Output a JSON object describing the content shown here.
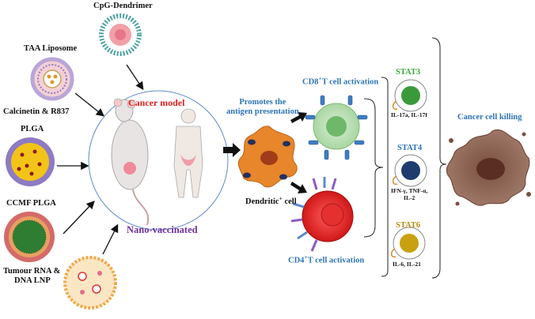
{
  "nanoparticles": {
    "cpg_dendrimer": "CpG-Dendrimer",
    "taa_liposome": "TAA Liposome",
    "calcinetin": "Calcinetin & R837",
    "plga": "PLGA",
    "ccmf_plga": "CCMF PLGA",
    "tumour_rna_line1": "Tumour RNA &",
    "tumour_rna_line2": "DNA LNP"
  },
  "model": {
    "cancer_model": "Cancer model",
    "nano_vaccinated": "Nano-vaccinated"
  },
  "dc": {
    "promotes_line1": "Promotes the",
    "promotes_line2": "antigen presentation",
    "dendritic": "Dendritic cell",
    "dendritic_sup": "+"
  },
  "tcells": {
    "cd8": "CD8",
    "cd8_rest": "T cell activation",
    "cd4": "CD4",
    "cd4_rest": "T cell activation",
    "sup": "+"
  },
  "stats": [
    {
      "name": "STAT3",
      "cytokines_line1": "IL-17a, IL-17f",
      "cytokines_line2": "",
      "color": "#3aa63a"
    },
    {
      "name": "STAT4",
      "cytokines_line1": "IFN-γ, TNF-α,",
      "cytokines_line2": "IL-2",
      "color": "#2e74b5"
    },
    {
      "name": "STAT6",
      "cytokines_line1": "IL-6, IL-21",
      "cytokines_line2": "",
      "color": "#b08b10"
    }
  ],
  "outcome": {
    "title": "Cancer cell killing"
  }
}
